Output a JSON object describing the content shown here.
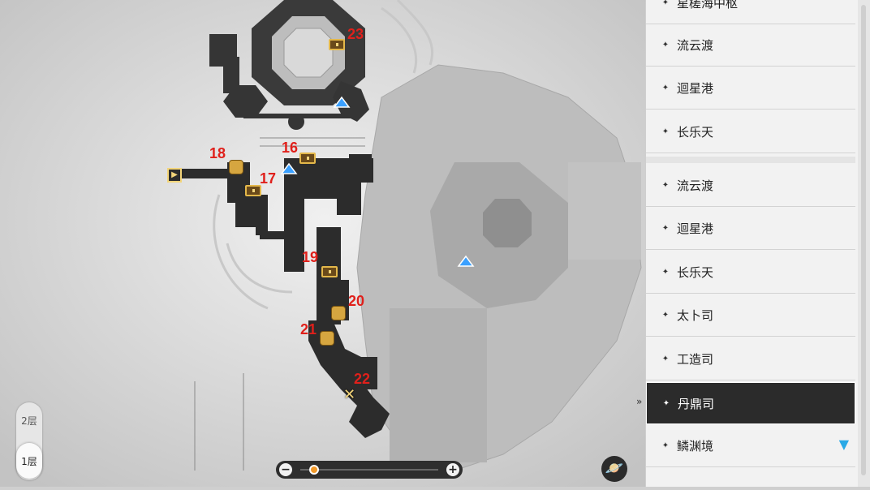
{
  "map": {
    "markers": [
      {
        "id": "23",
        "label": "23",
        "icon": "chest-icon"
      },
      {
        "id": "16",
        "label": "16",
        "icon": "chest-icon"
      },
      {
        "id": "17",
        "label": "17",
        "icon": "chest-icon"
      },
      {
        "id": "18",
        "label": "18",
        "icon": "puzzle-icon"
      },
      {
        "id": "19",
        "label": "19",
        "icon": "chest-icon"
      },
      {
        "id": "20",
        "label": "20",
        "icon": "puzzle-icon"
      },
      {
        "id": "21",
        "label": "21",
        "icon": "puzzle-icon"
      },
      {
        "id": "22",
        "label": "22",
        "icon": "crossed-swords-icon"
      }
    ],
    "marker_color": "#e0201b",
    "path_color": "#2c2c2c"
  },
  "location_list": {
    "items": [
      {
        "label": "星槎海中枢",
        "selected": false
      },
      {
        "label": "流云渡",
        "selected": false
      },
      {
        "label": "迴星港",
        "selected": false
      },
      {
        "label": "长乐天",
        "selected": false
      },
      {
        "label": "流云渡",
        "selected": false
      },
      {
        "label": "迴星港",
        "selected": false
      },
      {
        "label": "长乐天",
        "selected": false
      },
      {
        "label": "太卜司",
        "selected": false
      },
      {
        "label": "工造司",
        "selected": false
      },
      {
        "label": "丹鼎司",
        "selected": true
      },
      {
        "label": "鳞渊境",
        "selected": false
      }
    ],
    "bullet_icon": "diamond-star-icon",
    "selected_indicator_icon": "double-chevron-right-icon",
    "current_location_icon": "blue-arrow-icon"
  },
  "floors": {
    "items": [
      {
        "label": "2层"
      },
      {
        "label": "1层"
      }
    ],
    "active": "1层"
  },
  "zoom": {
    "minus": "−",
    "plus": "+",
    "level": 0.1
  },
  "planet_button": {
    "icon": "planet-icon"
  }
}
